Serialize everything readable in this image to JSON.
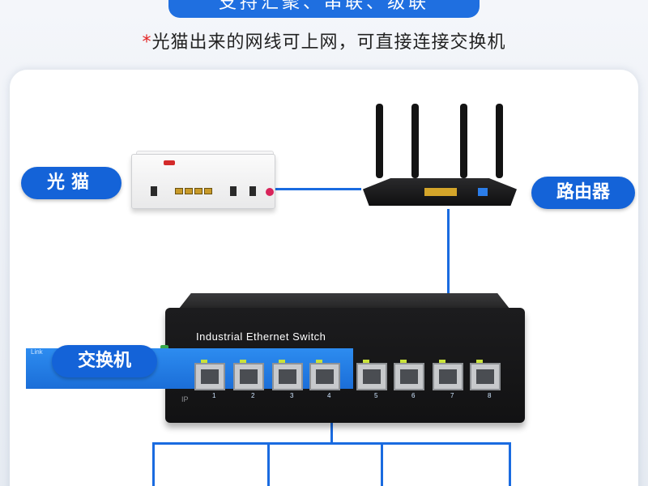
{
  "banner": {
    "text": "支持汇聚、串联、级联"
  },
  "subtitle": {
    "star": "*",
    "text": "光猫出来的网线可上网，可直接连接交换机"
  },
  "labels": {
    "modem": "光猫",
    "router": "路由器",
    "switch": "交换机"
  },
  "switch_device": {
    "title": "Industrial Ethernet Switch",
    "link_label": "Link",
    "port_numbers": [
      "1",
      "2",
      "3",
      "4",
      "5",
      "6",
      "7",
      "8"
    ],
    "side_text": "IP"
  },
  "colors": {
    "accent": "#1463d8",
    "cable": "#1a6be0",
    "star": "#e32424"
  }
}
